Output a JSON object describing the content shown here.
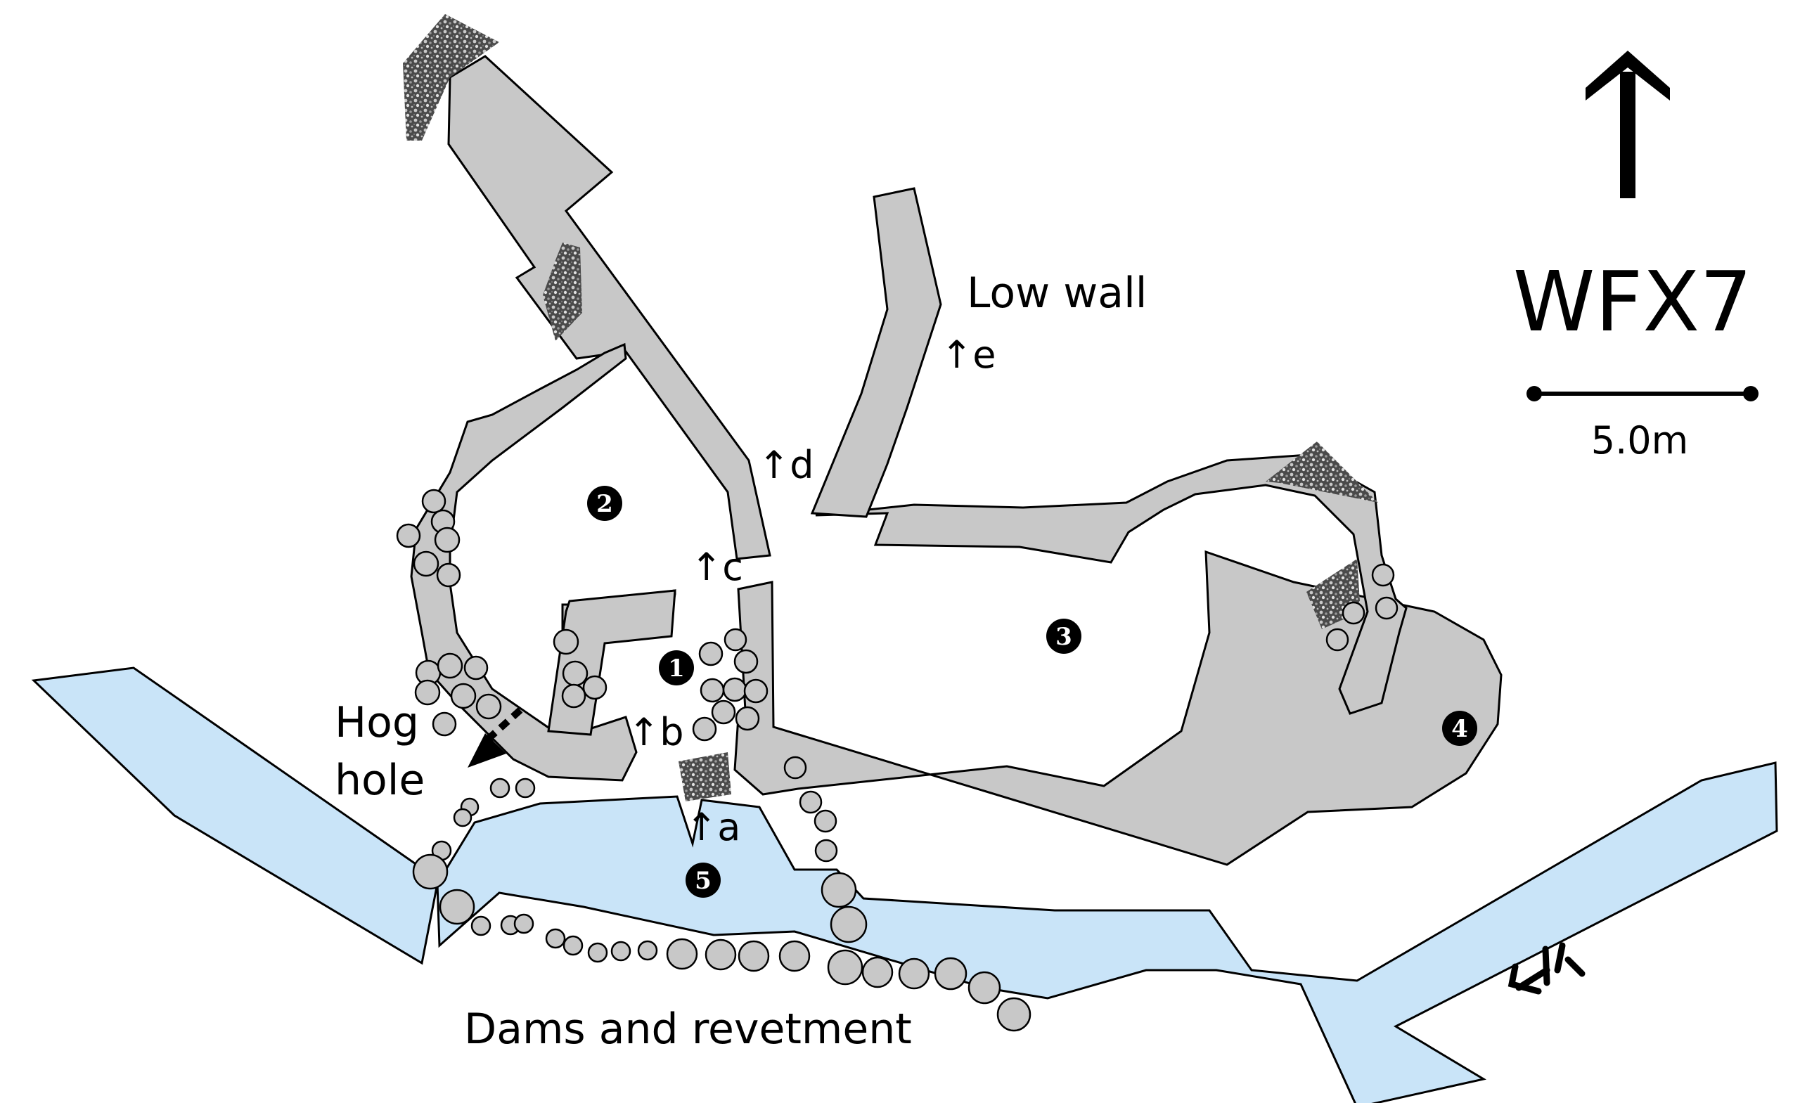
{
  "title": "WFX7",
  "north_arrow": {
    "icon": "north-arrow-icon",
    "direction": "N"
  },
  "scale_bar": {
    "label": "5.0m",
    "length_m": 5.0
  },
  "labels": {
    "low_wall": "Low wall",
    "hog_hole_line1": "Hog",
    "hog_hole_line2": "hole",
    "dams": "Dams and revetment"
  },
  "rooms": [
    {
      "id": "1",
      "label": "1"
    },
    {
      "id": "2",
      "label": "2"
    },
    {
      "id": "3",
      "label": "3"
    },
    {
      "id": "4",
      "label": "4"
    },
    {
      "id": "5",
      "label": "5"
    }
  ],
  "viewpoints": [
    {
      "id": "a",
      "label": "↑a"
    },
    {
      "id": "b",
      "label": "↑b"
    },
    {
      "id": "c",
      "label": "↑c"
    },
    {
      "id": "d",
      "label": "↑d"
    },
    {
      "id": "e",
      "label": "↑e"
    }
  ],
  "legend_colors": {
    "wall": "#c8c8c8",
    "water": "#c9e4f8",
    "rubble": "#5a5a5a",
    "stone": "#c8c8c8"
  },
  "flow_arrow": {
    "icon": "flow-direction-icon",
    "direction": "southwest"
  }
}
